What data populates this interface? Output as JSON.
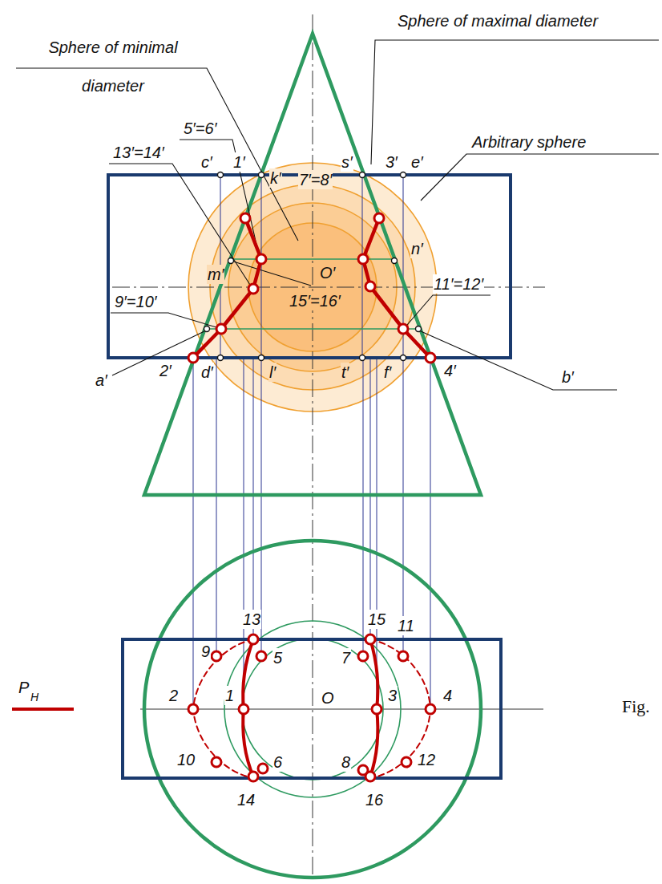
{
  "diagram": {
    "labels": [
      "Sphere of maximal diameter",
      "Sphere of minimal diameter",
      "5′=6′",
      "13′=14′",
      "c′",
      "1′",
      "k′",
      "7′=8′",
      "s′",
      "3′",
      "e′",
      "Arbitrary sphere",
      "n′",
      "m′",
      "O′",
      "11′=12′",
      "9′=10′",
      "15′=16′",
      "a′",
      "2′",
      "d′",
      "l′",
      "t′",
      "f′",
      "4′",
      "b′",
      "13",
      "15",
      "11",
      "9",
      "5",
      "7",
      "2",
      "1",
      "O",
      "3",
      "4",
      "10",
      "6",
      "8",
      "12",
      "14",
      "16",
      "P",
      "H",
      "Fig."
    ]
  }
}
